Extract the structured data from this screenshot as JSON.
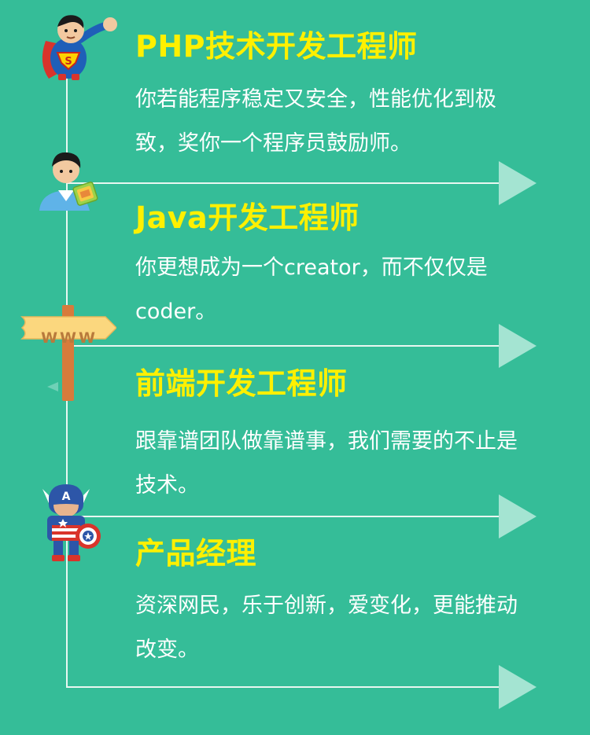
{
  "timeline": {
    "items": [
      {
        "title": "PHP技术开发工程师",
        "description": "你若能程序稳定又安全，性能优化到极致，奖你一个程序员鼓励师。",
        "icon": "superman-icon"
      },
      {
        "title": "Java开发工程师",
        "description": "你更想成为一个creator，而不仅仅是coder。",
        "icon": "developer-avatar-icon"
      },
      {
        "title": "前端开发工程师",
        "description": "跟靠谱团队做靠谱事，我们需要的不止是技术。",
        "icon": "www-signpost-icon"
      },
      {
        "title": "产品经理",
        "description": "资深网民，乐于创新，爱变化，更能推动改变。",
        "icon": "captain-america-icon"
      }
    ]
  },
  "sign": {
    "text": "WWW"
  },
  "colors": {
    "background": "#35BD98",
    "title": "#FFF000",
    "text": "#FFFFFF",
    "arrow": "#A4E4D2",
    "line": "#E8F7F1"
  }
}
